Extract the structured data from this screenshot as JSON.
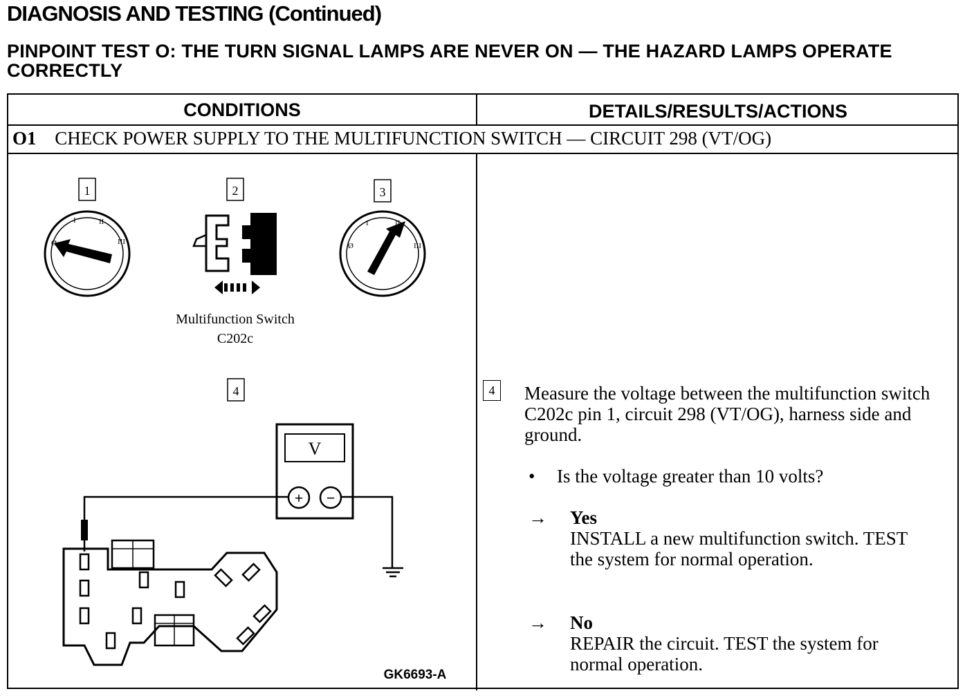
{
  "header": {
    "title": "DIAGNOSIS AND TESTING (Continued)",
    "test_title": "PINPOINT TEST O: THE TURN SIGNAL LAMPS ARE NEVER ON — THE HAZARD LAMPS OPERATE CORRECTLY"
  },
  "table": {
    "col_conditions": "CONDITIONS",
    "col_details": "DETAILS/RESULTS/ACTIONS",
    "step_id": "O1",
    "step_title": "CHECK POWER SUPPLY TO THE MULTIFUNCTION SWITCH — CIRCUIT 298 (VT/OG)"
  },
  "diagram": {
    "callouts": [
      "1",
      "2",
      "3",
      "4"
    ],
    "switch_label_line1": "Multifunction Switch",
    "switch_label_line2": "C202c",
    "meter_symbol": "V",
    "plus_symbol": "+",
    "minus_symbol": "−",
    "figure_code": "GK6693-A",
    "ignition_marks": [
      "Ø",
      "I",
      "II",
      "III"
    ]
  },
  "action": {
    "callout": "4",
    "instruction": "Measure the voltage between the multifunction switch C202c pin 1, circuit 298 (VT/OG), harness side and ground.",
    "bullet": "•",
    "question": "Is the voltage greater than 10 volts?",
    "arrow": "→",
    "yes_label": "Yes",
    "yes_text": "INSTALL a new multifunction switch. TEST the system for normal operation.",
    "no_label": "No",
    "no_text": "REPAIR the circuit. TEST the system for normal operation."
  }
}
